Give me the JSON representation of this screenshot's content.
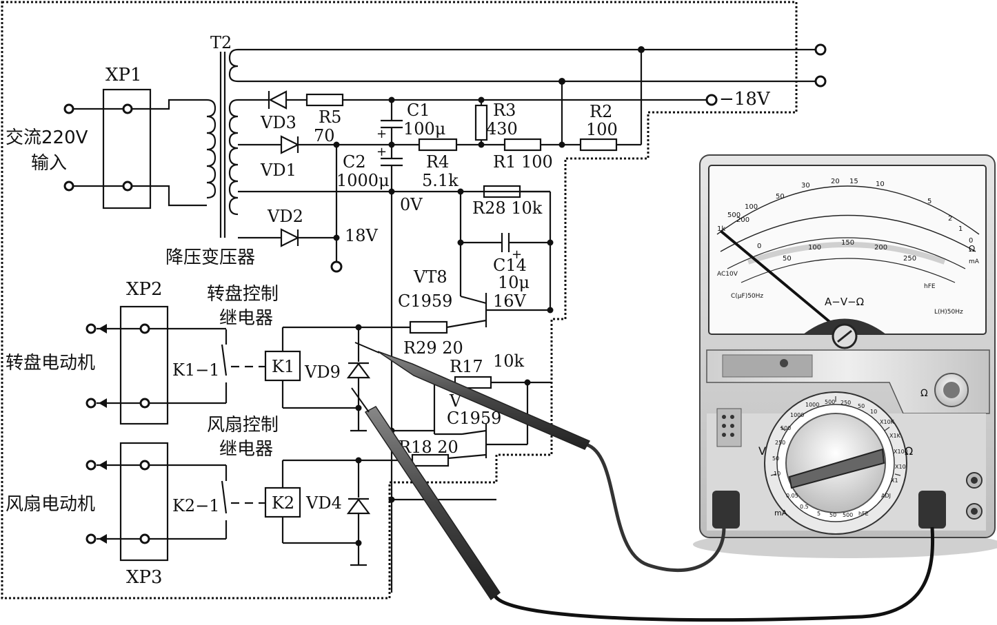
{
  "diagram": {
    "labels": {
      "xp1": "XP1",
      "xp2": "XP2",
      "xp3": "XP3",
      "t2": "T2",
      "ac_input_line1": "交流220V",
      "ac_input_line2": "输入",
      "transformer": "降压变压器",
      "vd3": "VD3",
      "vd1": "VD1",
      "vd2": "VD2",
      "r5": "R5",
      "r5_val": "70",
      "c1": "C1",
      "c1_val": "100μ",
      "c2": "C2",
      "c2_val": "1000μ",
      "r3": "R3",
      "r3_val": "430",
      "r2": "R2",
      "r2_val": "100",
      "r4": "R4",
      "r4_val": "5.1k",
      "r1": "R1 100",
      "neg18v": "−18V",
      "zero_v": "0V",
      "v18": "18V",
      "r28": "R28 10k",
      "c14": "C14",
      "c14_val": "10μ",
      "c14_volt": "16V",
      "vt8": "VT8",
      "vt8_type": "C1959",
      "turntable_relay_1": "转盘控制",
      "turntable_relay_2": "继电器",
      "r29": "R29 20",
      "r17": "R17",
      "r17_val": "10k",
      "vt_lower": "V",
      "vt_lower_type": "C1959",
      "k1": "K1",
      "k1_1": "K1−1",
      "vd9": "VD9",
      "turntable_motor": "转盘电动机",
      "fan_relay_1": "风扇控制",
      "fan_relay_2": "继电器",
      "r18": "R18 20",
      "k2": "K2",
      "k2_1": "K2−1",
      "vd4": "VD4",
      "fan_motor": "风扇电动机"
    }
  },
  "multimeter": {
    "scale_title": "A−V−Ω",
    "ac10v": "AC10V",
    "c_label": "C(μF)50Hz",
    "l_label": "L(H)50Hz",
    "ohm_unit": "Ω",
    "ma_unit": "mA",
    "v_unit": "V",
    "hfe": "hFE",
    "ohm_scale": [
      "1k",
      "500",
      "200",
      "100",
      "50",
      "30",
      "20",
      "15",
      "10",
      "5",
      "2",
      "1",
      "0"
    ],
    "dc_scale": [
      "0",
      "50",
      "100",
      "150",
      "200",
      "250"
    ],
    "dial_v_label": "V",
    "dial_ohm_label": "Ω",
    "dial_ma_label": "mA",
    "dial_ranges": [
      "1000",
      "500",
      "250",
      "50",
      "10",
      "X10K",
      "X1K",
      "X100",
      "X10",
      "X1",
      "ADJ",
      "hFE",
      "500",
      "50",
      "5",
      "0.5",
      "0.05",
      "10",
      "50",
      "250",
      "500",
      "1000"
    ],
    "knob_label": "Ω",
    "colors": {
      "case": "#d9d9d9",
      "face": "#f7f7f7",
      "dark": "#2a2a2a",
      "probe": "#555555"
    }
  }
}
